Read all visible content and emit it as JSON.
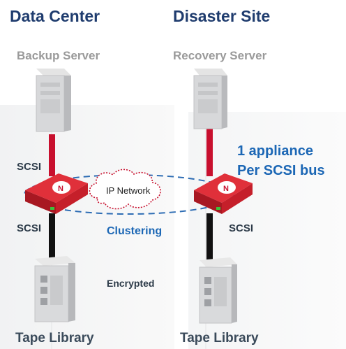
{
  "left_site": {
    "title": "Data Center",
    "server_label": "Backup Server",
    "tape_label": "Tape Library",
    "scsi_top": "SCSI",
    "scsi_bottom": "SCSI"
  },
  "right_site": {
    "title": "Disaster Site",
    "server_label": "Recovery Server",
    "tape_label": "Tape Library",
    "scsi_bottom": "SCSI"
  },
  "appliance_note": {
    "line1": "1 appliance",
    "line2": "Per SCSI bus"
  },
  "network": {
    "cloud_label": "IP Network",
    "link_label": "Clustering",
    "tape_link_label": "Encrypted"
  },
  "colors": {
    "heading": "#1f3c6e",
    "accent_blue": "#1c67b5",
    "cable_red": "#c8102e",
    "cable_black": "#111111",
    "appliance_red": "#d0202a"
  }
}
